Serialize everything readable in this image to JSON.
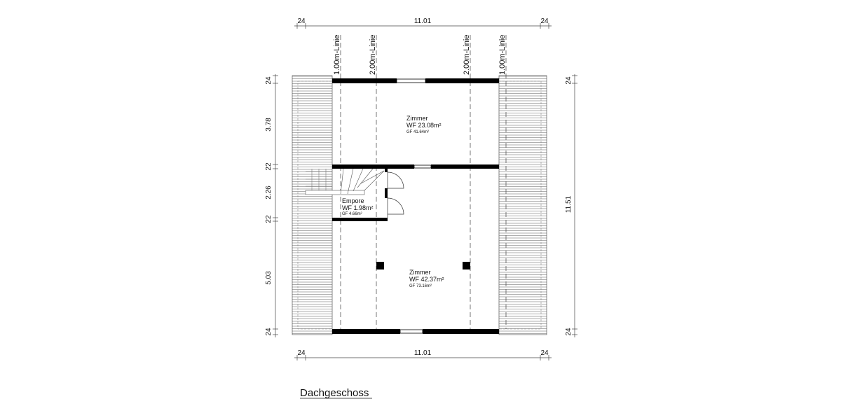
{
  "title": "Dachgeschoss",
  "dimensions": {
    "top": [
      "24",
      "11.01",
      "24"
    ],
    "bottom": [
      "24",
      "11.01",
      "24"
    ],
    "left": [
      "24",
      "3.78",
      "22",
      "2.26",
      "22",
      "5.03",
      "24"
    ],
    "right": [
      "24",
      "11.51",
      "24"
    ]
  },
  "height_lines": [
    "1.00m-Linie",
    "2.00m-Linie",
    "2.00m-Linie",
    "1.00m-Linie"
  ],
  "rooms": [
    {
      "name": "Zimmer",
      "wf": "WF 23.08m²",
      "gf": "GF 41.64m²"
    },
    {
      "name": "Empore",
      "wf": "WF 1.98m²",
      "gf": "GF 4.66m²"
    },
    {
      "name": "Zimmer",
      "wf": "WF 42.37m²",
      "gf": "GF 73.16m²"
    }
  ],
  "colors": {
    "wall": "#000000",
    "line": "#333333"
  }
}
